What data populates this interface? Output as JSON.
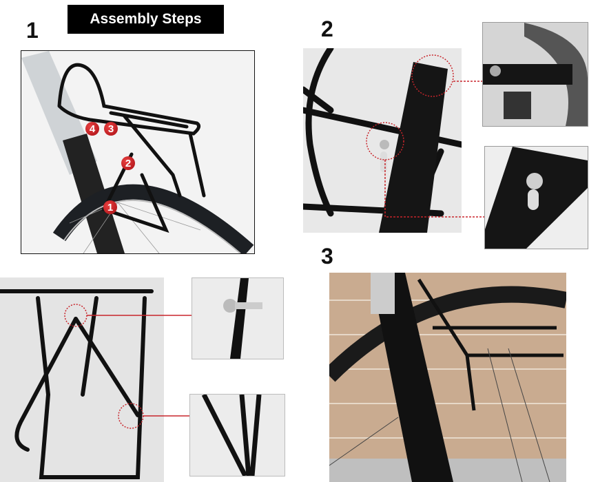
{
  "title": "Assembly Steps",
  "steps": [
    {
      "number": "1"
    },
    {
      "number": "2"
    },
    {
      "number": "3"
    }
  ],
  "markers": [
    "4",
    "3",
    "2",
    "1"
  ],
  "colors": {
    "callout": "#c8252b",
    "title_bg": "#000000",
    "title_text": "#ffffff"
  }
}
